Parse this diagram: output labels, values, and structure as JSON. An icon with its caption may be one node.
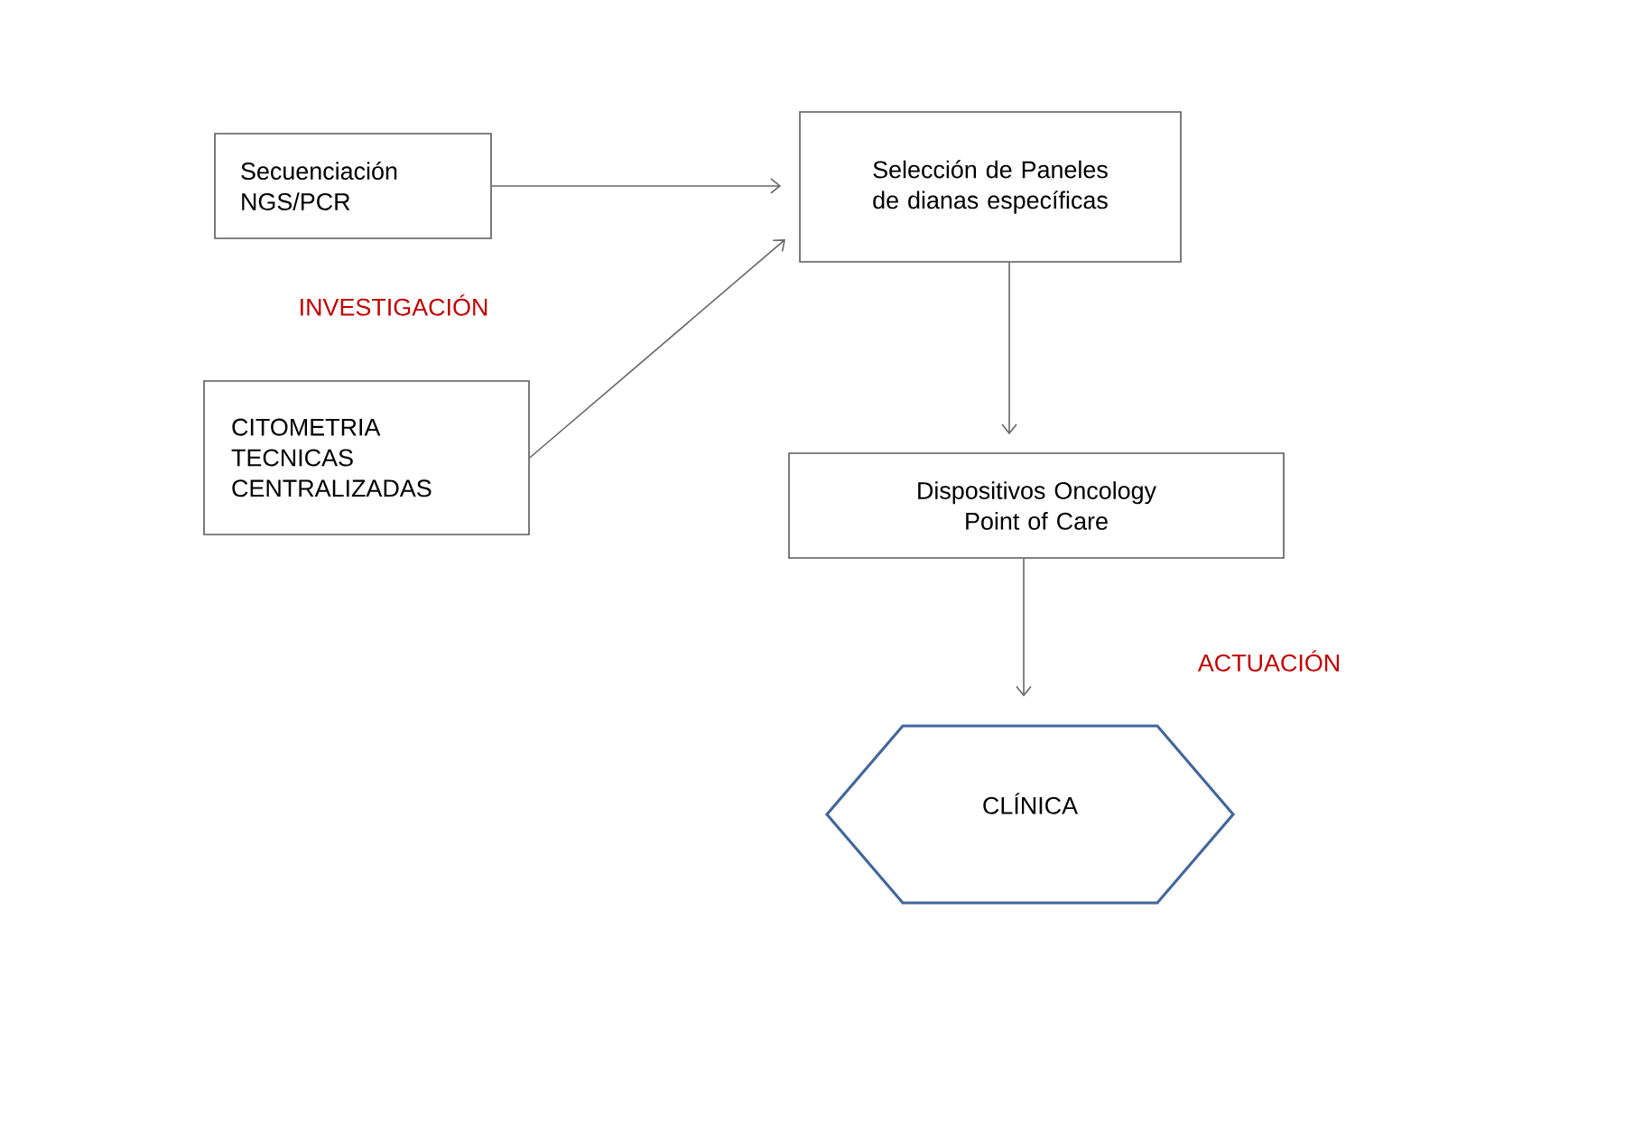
{
  "diagram": {
    "nodes": [
      {
        "text": [
          "Secuenciación NGS/PCR"
        ]
      },
      {
        "text": [
          "Selección de Paneles de dianas específicas"
        ]
      },
      {
        "text": [
          "CITOMETRIA TECNICAS CENTRALIZADAS"
        ]
      },
      {
        "text": [
          "Dispositivos Oncology Point of Care"
        ]
      },
      {
        "text": [
          "CLÍNICA"
        ]
      }
    ],
    "edges": [
      {
        "from": 0,
        "to": 1,
        "arrow": "to"
      },
      {
        "from": 2,
        "to": 1,
        "arrow": "to"
      },
      {
        "from": 1,
        "to": 3,
        "arrow": "to"
      },
      {
        "from": 3,
        "to": 4,
        "arrow": "to"
      }
    ],
    "labels": [
      "INVESTIGACIÓN",
      "ACTUACIÓN"
    ]
  }
}
